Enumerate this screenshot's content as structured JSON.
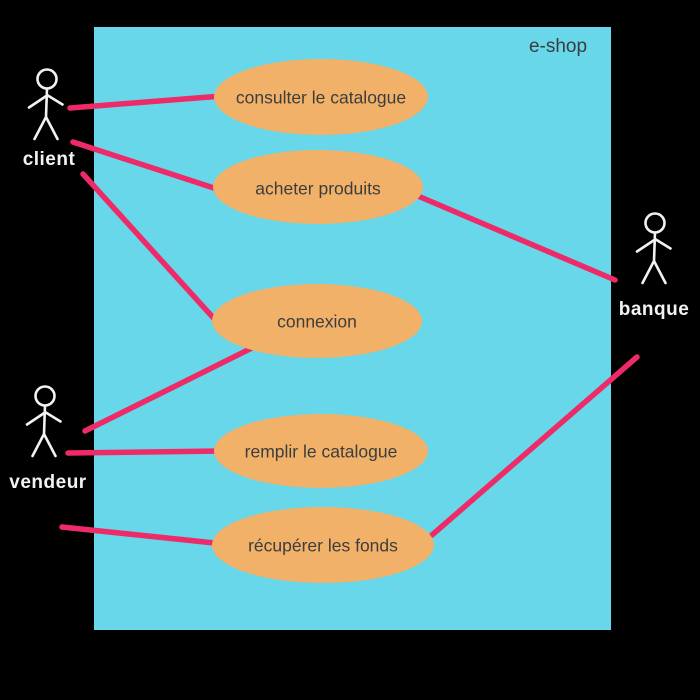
{
  "diagram": {
    "type": "uml-use-case",
    "system": {
      "label": "e-shop"
    },
    "actors": [
      {
        "id": "client",
        "label": "client"
      },
      {
        "id": "vendeur",
        "label": "vendeur"
      },
      {
        "id": "banque",
        "label": "banque"
      }
    ],
    "use_cases": [
      {
        "id": "consulter-le-catalogue",
        "label": "consulter le catalogue"
      },
      {
        "id": "acheter-produits",
        "label": "acheter produits"
      },
      {
        "id": "connexion",
        "label": "connexion"
      },
      {
        "id": "remplir-le-catalogue",
        "label": "remplir le catalogue"
      },
      {
        "id": "recuperer-les-fonds",
        "label": "récupérer les fonds"
      }
    ],
    "associations": [
      {
        "from": "client",
        "to": "consulter le catalogue"
      },
      {
        "from": "client",
        "to": "acheter produits"
      },
      {
        "from": "client",
        "to": "connexion"
      },
      {
        "from": "vendeur",
        "to": "connexion"
      },
      {
        "from": "vendeur",
        "to": "remplir le catalogue"
      },
      {
        "from": "vendeur",
        "to": "récupérer les fonds"
      },
      {
        "from": "acheter produits",
        "to": "banque"
      },
      {
        "from": "récupérer les fonds",
        "to": "banque"
      }
    ],
    "colors": {
      "background": "#000000",
      "system_fill": "#67d7e9",
      "use_case_fill": "#f1b169",
      "association": "#ee2b68",
      "label_dark": "#3d3d3d",
      "actor_stroke": "#f2f2f2"
    }
  }
}
